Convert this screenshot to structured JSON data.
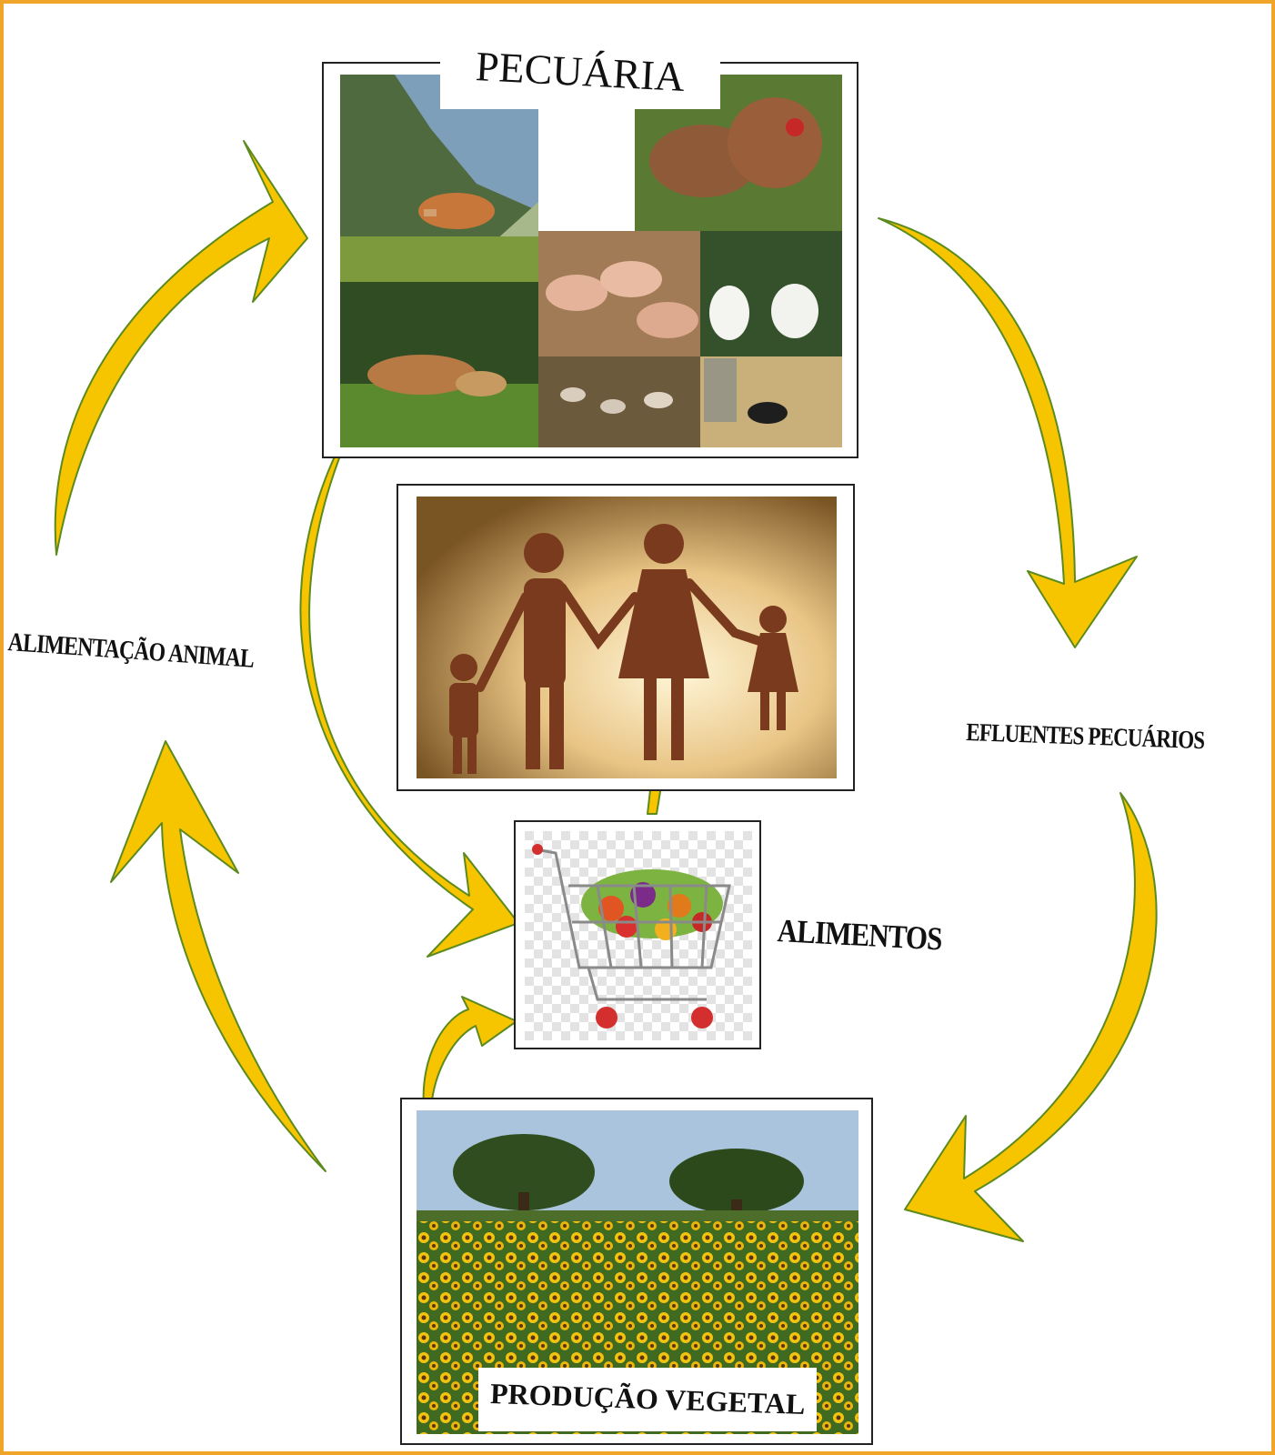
{
  "diagram": {
    "title": "PECUÁRIA",
    "labels": {
      "left": "ALIMENTAÇÃO ANIMAL",
      "right": "EFLUENTES PECUÁRIOS",
      "center": "ALIMENTOS",
      "bottom": "PRODUÇÃO VEGETAL"
    },
    "colors": {
      "frame": "#f0a52a",
      "arrow_fill": "#f6c500",
      "arrow_stroke": "#5c8a1e"
    },
    "images": {
      "livestock": "livestock-photo-collage",
      "family": "family-silhouette-photo",
      "cart": "shopping-cart-with-vegetables",
      "field": "sunflower-field-photo"
    }
  }
}
